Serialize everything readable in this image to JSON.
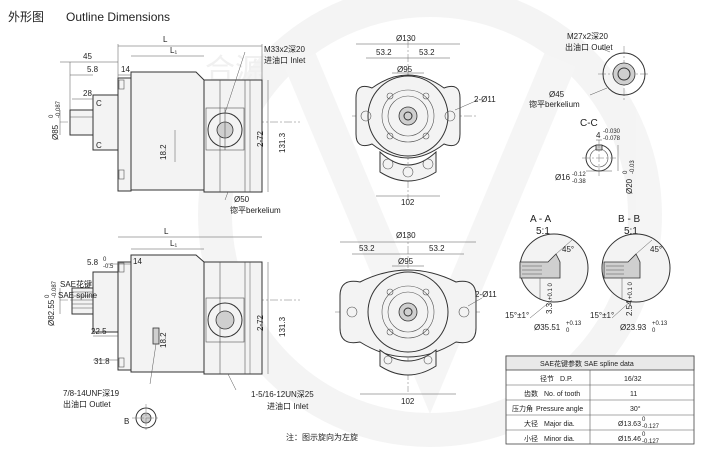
{
  "title": {
    "cn": "外形图",
    "en": "Outline Dimensions"
  },
  "watermark": {
    "text": "合源",
    "color": "#e6e6e6"
  },
  "top_side": {
    "L": "L",
    "L1": "L₁",
    "d45": "45",
    "d58": "5.8",
    "d14": "14",
    "d28": "28",
    "shaft_dia": "Ø85",
    "shaft_tol_up": "0",
    "shaft_tol_dn": "-0.087",
    "port_thread": "M33x2深20",
    "port_label": "进油口 Inlet",
    "d182": "18.2",
    "d272": "2-72",
    "d1313": "131.3",
    "flat_dia": "Ø50",
    "flat_label": "锪平berkelium",
    "section_c": "C"
  },
  "top_front": {
    "d130": "Ø130",
    "d532a": "53.2",
    "d532b": "53.2",
    "d95": "Ø95",
    "holes": "2-Ø11",
    "d102": "102"
  },
  "outlet_detail": {
    "thread": "M27x2深20",
    "label": "出油口 Outlet",
    "dia": "Ø45",
    "flat_label": "锪平berkelium"
  },
  "cc_section": {
    "title": "C-C",
    "w": "4",
    "w_tol_up": "-0.030",
    "w_tol_dn": "-0.078",
    "d16": "Ø16",
    "d16_up": "-0.12",
    "d16_dn": "-0.38",
    "d20": "Ø20",
    "d20_up": "0",
    "d20_dn": "-0.03"
  },
  "bot_side": {
    "L": "L",
    "L1": "L₁",
    "d58": "5.8",
    "d58_tol_up": "0",
    "d58_tol_dn": "-0.5",
    "d14": "14",
    "spline_cn": "SAE花键",
    "spline_en": "SAE spline",
    "shaft_dia": "Ø82.55",
    "shaft_tol_up": "0",
    "shaft_tol_dn": "-0.087",
    "d225": "22.5",
    "d318": "31.8",
    "d182": "18.2",
    "d272": "2-72",
    "d1313": "131.3",
    "outlet_thread": "7/8-14UNF深19",
    "outlet_label": "出油口 Outlet",
    "inlet_thread": "1-5/16-12UN深25",
    "inlet_label": "进油口 Inlet",
    "section_b": "B"
  },
  "bot_front": {
    "d130": "Ø130",
    "d532a": "53.2",
    "d532b": "53.2",
    "d95": "Ø95",
    "holes": "2-Ø11",
    "d102": "102"
  },
  "aa_section": {
    "title": "A - A",
    "scale": "5:1",
    "angle": "45°",
    "d33": "3.3",
    "d33_tol": "+0.1 0",
    "angle2": "15°±1°",
    "dia": "Ø35.51",
    "dia_up": "+0.13",
    "dia_dn": "0"
  },
  "bb_section": {
    "title": "B - B",
    "scale": "5:1",
    "angle": "45°",
    "d254": "2.54",
    "d254_tol": "+0.1 0",
    "angle2": "15°±1°",
    "dia": "Ø23.93",
    "dia_up": "+0.13",
    "dia_dn": "0"
  },
  "spline_table": {
    "title": "SAE花键参数  SAE spline data",
    "rows": [
      {
        "label_cn": "径节",
        "label_en": "D.P.",
        "value": "16/32"
      },
      {
        "label_cn": "齿数",
        "label_en": "No. of tooth",
        "value": "11"
      },
      {
        "label_cn": "压力角",
        "label_en": "Pressure angle",
        "value": "30°"
      },
      {
        "label_cn": "大径",
        "label_en": "Major dia.",
        "value": "Ø13.63",
        "tol_up": "0",
        "tol_dn": "-0.127"
      },
      {
        "label_cn": "小径",
        "label_en": "Minor dia.",
        "value": "Ø15.46",
        "tol_up": "0",
        "tol_dn": "-0.127"
      }
    ]
  },
  "note": "注：图示旋向为左旋"
}
